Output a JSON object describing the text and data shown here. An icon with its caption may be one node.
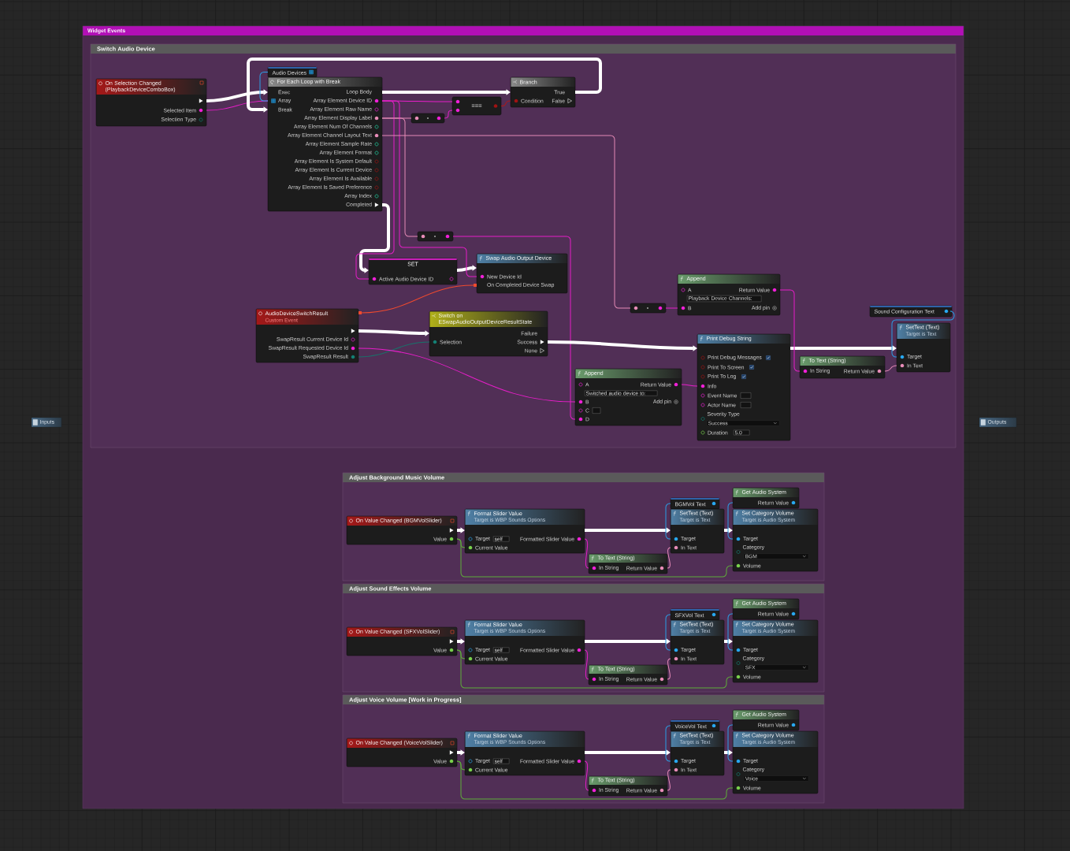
{
  "diagram": {
    "nodes": [
      {
        "text": [
          "Widget Events"
        ]
      },
      {
        "text": [
          "Switch Audio Device"
        ],
        "in": 0
      },
      {
        "text": [
          "On Selection Changed (PlaybackDeviceComboBox)",
          "Selected Item",
          "Selection Type"
        ],
        "in": 1
      },
      {
        "text": [
          "Audio Devices"
        ],
        "in": 1
      },
      {
        "text": [
          "For Each Loop with Break",
          "Exec",
          "Array",
          "Break",
          "Loop Body",
          "Array Element Device ID",
          "Array Element Raw Name",
          "Array Element Display Label",
          "Array Element Num Of Channels",
          "Array Element Channel Layout Text",
          "Array Element Sample Rate",
          "Array Element Format",
          "Array Element Is System Default",
          "Array Element Is Current Device",
          "Array Element Is Available",
          "Array Element Is Saved Preference",
          "Array Index",
          "Completed"
        ],
        "in": 1
      },
      {
        "text": [],
        "shape": "box",
        "in": 1
      },
      {
        "text": [
          "==="
        ],
        "in": 1
      },
      {
        "text": [
          "Branch",
          "Condition",
          "True",
          "False"
        ],
        "in": 1
      },
      {
        "text": [],
        "shape": "box",
        "in": 1
      },
      {
        "text": [
          "SET",
          "Active Audio Device ID"
        ],
        "in": 1
      },
      {
        "text": [
          "Swap Audio Output Device",
          "New Device Id",
          "On Completed Device Swap"
        ],
        "in": 1
      },
      {
        "text": [],
        "shape": "box",
        "in": 1
      },
      {
        "text": [
          "Append",
          "A",
          "Playback Device Channels:",
          "B",
          "Return Value",
          "Add pin"
        ],
        "in": 1
      },
      {
        "text": [
          "AudioDeviceSwitchResult",
          "Custom Event",
          "SwapResult Current Device Id",
          "SwapResult Requested Device Id",
          "SwapResult Result"
        ],
        "in": 1
      },
      {
        "text": [
          "Switch on ESwapAudioOutputDeviceResultState",
          "Selection",
          "Failure",
          "Success",
          "None"
        ],
        "in": 1
      },
      {
        "text": [
          "Append",
          "A",
          "Switched audio device to:",
          "B",
          "C",
          "D",
          "Return Value",
          "Add pin"
        ],
        "in": 1
      },
      {
        "text": [
          "Print Debug String",
          "Print Debug Messages",
          "Print To Screen",
          "Print To Log",
          "Info",
          "Event Name",
          "Actor Name",
          "Severity Type",
          "Success",
          "Duration",
          "5.0"
        ],
        "in": 1
      },
      {
        "text": [
          "To Text (String)",
          "In String",
          "Return Value"
        ],
        "in": 1
      },
      {
        "text": [
          "Sound Configuration Text"
        ],
        "in": 1
      },
      {
        "text": [
          "SetText (Text)",
          "Target is Text",
          "Target",
          "In Text"
        ],
        "in": 1
      },
      {
        "text": [
          "Inputs"
        ]
      },
      {
        "text": [
          "Outputs"
        ]
      },
      {
        "text": [
          "Adjust Background Music Volume"
        ],
        "in": 0
      },
      {
        "text": [
          "On Value Changed (BGMVolSlider)",
          "Value"
        ],
        "in": 22
      },
      {
        "text": [
          "Format Slider Value",
          "Target is WBP Sounds Options",
          "Target",
          "self",
          "Current Value",
          "Formatted Slider Value"
        ],
        "in": 22
      },
      {
        "text": [
          "To Text (String)",
          "In String",
          "Return Value"
        ],
        "in": 22
      },
      {
        "text": [
          "BGMVol Text"
        ],
        "in": 22
      },
      {
        "text": [
          "SetText (Text)",
          "Target is Text",
          "Target",
          "In Text"
        ],
        "in": 22
      },
      {
        "text": [
          "Get Audio System",
          "Return Value"
        ],
        "in": 22
      },
      {
        "text": [
          "Set Category Volume",
          "Target is Audio System",
          "Target",
          "Category",
          "BGM",
          "Volume"
        ],
        "in": 22
      },
      {
        "text": [
          "Adjust Sound Effects Volume"
        ],
        "in": 0
      },
      {
        "text": [
          "On Value Changed (SFXVolSlider)",
          "Value"
        ],
        "in": 30
      },
      {
        "text": [
          "Format Slider Value",
          "Target is WBP Sounds Options",
          "Target",
          "self",
          "Current Value",
          "Formatted Slider Value"
        ],
        "in": 30
      },
      {
        "text": [
          "To Text (String)",
          "In String",
          "Return Value"
        ],
        "in": 30
      },
      {
        "text": [
          "SFXVol Text"
        ],
        "in": 30
      },
      {
        "text": [
          "SetText (Text)",
          "Target is Text",
          "Target",
          "In Text"
        ],
        "in": 30
      },
      {
        "text": [
          "Get Audio System",
          "Return Value"
        ],
        "in": 30
      },
      {
        "text": [
          "Set Category Volume",
          "Target is Audio System",
          "Target",
          "Category",
          "SFX",
          "Volume"
        ],
        "in": 30
      },
      {
        "text": [
          "Adjust Voice Volume [Work in Progress]"
        ],
        "in": 0
      },
      {
        "text": [
          "On Value Changed (VoiceVolSlider)",
          "Value"
        ],
        "in": 38
      },
      {
        "text": [
          "Format Slider Value",
          "Target is WBP Sounds Options",
          "Target",
          "self",
          "Current Value",
          "Formatted Slider Value"
        ],
        "in": 38
      },
      {
        "text": [
          "To Text (String)",
          "In String",
          "Return Value"
        ],
        "in": 38
      },
      {
        "text": [
          "VoiceVol Text"
        ],
        "in": 38
      },
      {
        "text": [
          "SetText (Text)",
          "Target is Text",
          "Target",
          "In Text"
        ],
        "in": 38
      },
      {
        "text": [
          "Get Audio System",
          "Return Value"
        ],
        "in": 38
      },
      {
        "text": [
          "Set Category Volume",
          "Target is Audio System",
          "Target",
          "Category",
          "Voice",
          "Volume"
        ],
        "in": 38
      }
    ],
    "edges": [
      {
        "from": 2,
        "to": 4,
        "arrow": "to",
        "style": "thick"
      },
      {
        "from": 2,
        "to": 4,
        "arrow": "none",
        "color": "#e61ec8"
      },
      {
        "from": 3,
        "to": 4,
        "arrow": "none",
        "color": "#2a9fe6"
      },
      {
        "from": 4,
        "to": 7,
        "arrow": "to",
        "style": "thick"
      },
      {
        "from": 7,
        "to": 4,
        "arrow": "to",
        "style": "thick"
      },
      {
        "from": 4,
        "to": 5,
        "arrow": "none",
        "color": "#e58ab6"
      },
      {
        "from": 5,
        "to": 6,
        "arrow": "none",
        "color": "#e61ec8"
      },
      {
        "from": 4,
        "to": 6,
        "arrow": "none",
        "color": "#e61ec8"
      },
      {
        "from": 6,
        "to": 7,
        "arrow": "none",
        "color": "#b01818"
      },
      {
        "from": 4,
        "to": 9,
        "arrow": "to",
        "style": "thick"
      },
      {
        "from": 4,
        "to": 9,
        "arrow": "none",
        "color": "#e61ec8"
      },
      {
        "from": 9,
        "to": 10,
        "arrow": "to",
        "style": "thick"
      },
      {
        "from": 4,
        "to": 10,
        "arrow": "none",
        "color": "#e61ec8"
      },
      {
        "from": 4,
        "to": 8,
        "arrow": "none",
        "color": "#e58ab6"
      },
      {
        "from": 8,
        "to": 15,
        "arrow": "none",
        "color": "#e61ec8"
      },
      {
        "from": 4,
        "to": 11,
        "arrow": "none",
        "color": "#e58ab6"
      },
      {
        "from": 11,
        "to": 12,
        "arrow": "none",
        "color": "#e61ec8"
      },
      {
        "from": 13,
        "to": 10,
        "arrow": "other",
        "color": "#f04a2e"
      },
      {
        "from": 13,
        "to": 14,
        "arrow": "to",
        "style": "thick"
      },
      {
        "from": 13,
        "to": 14,
        "arrow": "none",
        "color": "#1b6f6a"
      },
      {
        "from": 13,
        "to": 15,
        "arrow": "none",
        "color": "#e61ec8"
      },
      {
        "from": 14,
        "to": 16,
        "arrow": "to",
        "style": "thick"
      },
      {
        "from": 15,
        "to": 16,
        "arrow": "none",
        "color": "#e61ec8"
      },
      {
        "from": 16,
        "to": 19,
        "arrow": "to",
        "style": "thick"
      },
      {
        "from": 12,
        "to": 17,
        "arrow": "none",
        "color": "#e61ec8"
      },
      {
        "from": 17,
        "to": 19,
        "arrow": "none",
        "color": "#e58ab6"
      },
      {
        "from": 18,
        "to": 19,
        "arrow": "none",
        "color": "#2a9fe6"
      },
      {
        "from": 23,
        "to": 24,
        "arrow": "to",
        "style": "thick"
      },
      {
        "from": 23,
        "to": 24,
        "arrow": "none",
        "color": "#5fae3a"
      },
      {
        "from": 24,
        "to": 25,
        "arrow": "none",
        "color": "#e61ec8"
      },
      {
        "from": 24,
        "to": 27,
        "arrow": "to",
        "style": "thick"
      },
      {
        "from": 25,
        "to": 27,
        "arrow": "none",
        "color": "#e58ab6"
      },
      {
        "from": 26,
        "to": 27,
        "arrow": "none",
        "color": "#2a9fe6"
      },
      {
        "from": 27,
        "to": 29,
        "arrow": "to",
        "style": "thick"
      },
      {
        "from": 28,
        "to": 29,
        "arrow": "none",
        "color": "#2a9fe6"
      },
      {
        "from": 23,
        "to": 29,
        "arrow": "none",
        "color": "#5fae3a"
      },
      {
        "from": 31,
        "to": 32,
        "arrow": "to",
        "style": "thick"
      },
      {
        "from": 31,
        "to": 32,
        "arrow": "none",
        "color": "#5fae3a"
      },
      {
        "from": 32,
        "to": 33,
        "arrow": "none",
        "color": "#e61ec8"
      },
      {
        "from": 32,
        "to": 35,
        "arrow": "to",
        "style": "thick"
      },
      {
        "from": 33,
        "to": 35,
        "arrow": "none",
        "color": "#e58ab6"
      },
      {
        "from": 34,
        "to": 35,
        "arrow": "none",
        "color": "#2a9fe6"
      },
      {
        "from": 35,
        "to": 37,
        "arrow": "to",
        "style": "thick"
      },
      {
        "from": 36,
        "to": 37,
        "arrow": "none",
        "color": "#2a9fe6"
      },
      {
        "from": 31,
        "to": 37,
        "arrow": "none",
        "color": "#5fae3a"
      },
      {
        "from": 39,
        "to": 40,
        "arrow": "to",
        "style": "thick"
      },
      {
        "from": 39,
        "to": 40,
        "arrow": "none",
        "color": "#5fae3a"
      },
      {
        "from": 40,
        "to": 41,
        "arrow": "none",
        "color": "#e61ec8"
      },
      {
        "from": 40,
        "to": 43,
        "arrow": "to",
        "style": "thick"
      },
      {
        "from": 41,
        "to": 43,
        "arrow": "none",
        "color": "#e58ab6"
      },
      {
        "from": 42,
        "to": 43,
        "arrow": "none",
        "color": "#2a9fe6"
      },
      {
        "from": 43,
        "to": 45,
        "arrow": "to",
        "style": "thick"
      },
      {
        "from": 44,
        "to": 45,
        "arrow": "none",
        "color": "#2a9fe6"
      },
      {
        "from": 39,
        "to": 45,
        "arrow": "none",
        "color": "#5fae3a"
      }
    ]
  }
}
